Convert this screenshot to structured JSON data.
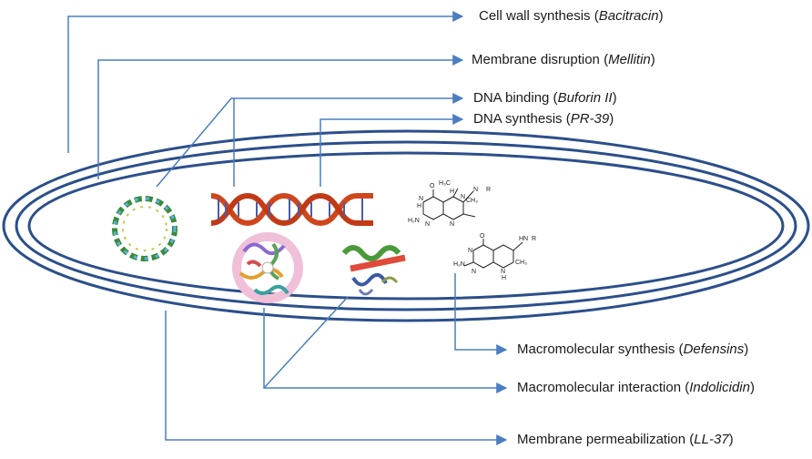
{
  "colors": {
    "line": "#4a7ec0",
    "cell": "#2b4f8a",
    "dna_red": "#d0461c",
    "dna_blue": "#4a5da8"
  },
  "labels": [
    {
      "key": "cell_wall",
      "text": "Cell wall synthesis (",
      "agent": "Bacitracin",
      "close": ")"
    },
    {
      "key": "membrane_disruption",
      "text": "Membrane disruption (",
      "agent": "Mellitin",
      "close": ")"
    },
    {
      "key": "dna_binding",
      "text": "DNA binding (",
      "agent": "Buforin II",
      "close": ")"
    },
    {
      "key": "dna_synthesis",
      "text": "DNA synthesis (",
      "agent": "PR-39",
      "close": ")"
    },
    {
      "key": "macro_synthesis",
      "text": "Macromolecular synthesis (",
      "agent": "Defensins",
      "close": ")"
    },
    {
      "key": "macro_interaction",
      "text": "Macromolecular interaction (",
      "agent": "Indolicidin",
      "close": ")"
    },
    {
      "key": "membrane_perm",
      "text": "Membrane permeabilization (",
      "agent": "LL-37",
      "close": ")"
    }
  ],
  "chem": [
    "O",
    "N",
    "H",
    "H₂N",
    "N",
    "N",
    "N",
    "H",
    "H₃C",
    "N",
    "R",
    "CH₃",
    "O",
    "HN",
    "R",
    "N",
    "H₂N",
    "N",
    "N",
    "H",
    "CH₃"
  ]
}
